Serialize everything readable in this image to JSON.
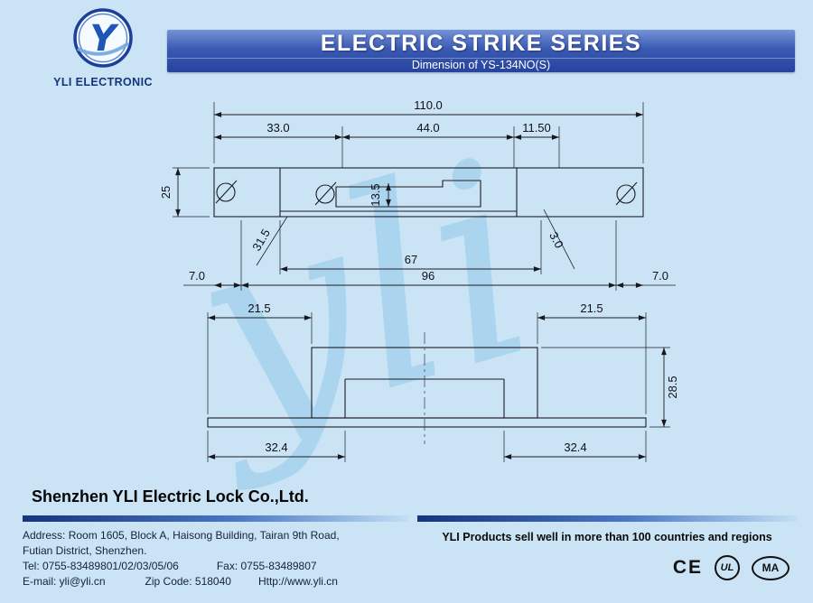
{
  "logo": {
    "company": "YLI ELECTRONIC",
    "monogram": "Y"
  },
  "banner": {
    "title": "ELECTRIC STRIKE SERIES",
    "subtitle": "Dimension of YS-134NO(S)"
  },
  "drawing": {
    "watermark": "yli",
    "top_view": {
      "total_width": "110.0",
      "seg_left": "33.0",
      "seg_mid": "44.0",
      "seg_right": "11.50",
      "plate_height": "25",
      "keeper_height": "13.5",
      "slot_depth": "31.5",
      "body_width": "67",
      "hole_span": "96",
      "edge_left": "7.0",
      "edge_right": "7.0",
      "thickness": "3.0"
    },
    "side_view": {
      "flange_left": "21.5",
      "flange_right": "21.5",
      "height": "28.5",
      "base_left": "32.4",
      "base_right": "32.4"
    }
  },
  "footer": {
    "company": "Shenzhen YLI Electric Lock Co.,Ltd.",
    "address_line1": "Address: Room 1605, Block A, Haisong Building, Tairan 9th Road,",
    "address_line2": "Futian District, Shenzhen.",
    "tel": "Tel: 0755-83489801/02/03/05/06",
    "fax": "Fax: 0755-83489807",
    "email": "E-mail: yli@yli.cn",
    "zip": "Zip Code: 518040",
    "web": "Http://www.yli.cn",
    "slogan": "YLI Products sell well in more than 100 countries and regions",
    "certs": [
      "CE",
      "UL",
      "MA"
    ]
  }
}
